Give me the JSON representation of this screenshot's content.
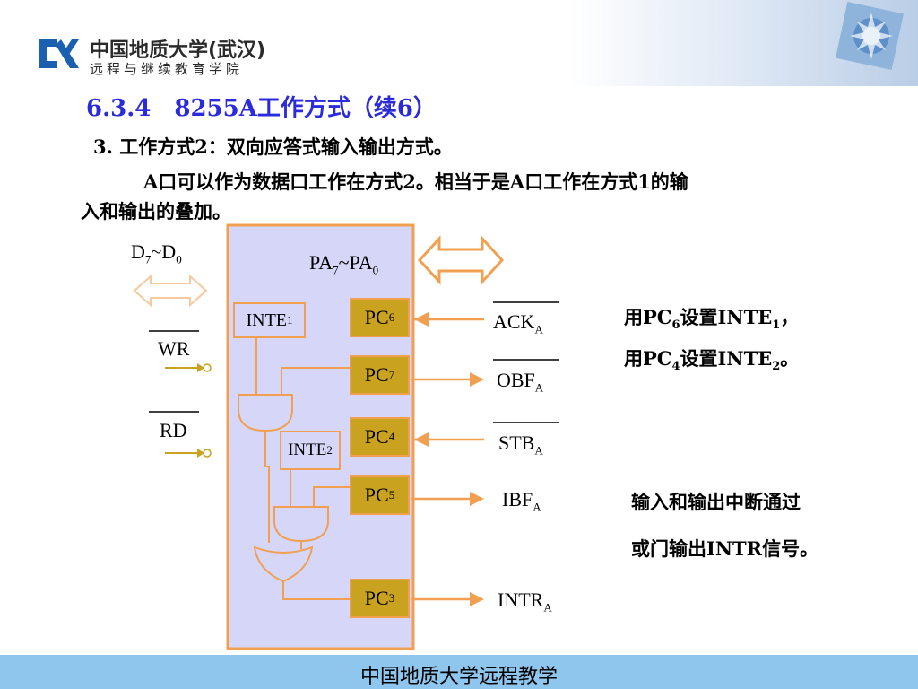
{
  "header": {
    "school_name": "中国地质大学(武汉)",
    "school_sub": "远程与继续教育学院"
  },
  "section_title": "6.3.4　8255A工作方式（续6）",
  "content": {
    "line1": "3. 工作方式2：双向应答式输入输出方式。",
    "line2": "A口可以作为数据口工作在方式2。相当于是A口工作在方式1的输",
    "line3": "入和输出的叠加。"
  },
  "diagram": {
    "d_bus": "D",
    "d_sub_hi": "7",
    "d_sep": "~D",
    "d_sub_lo": "0",
    "pa_main": "PA",
    "pa_sub_hi": "7",
    "pa_sep": "~PA",
    "pa_sub_lo": "0",
    "wr": "WR",
    "rd": "RD",
    "inte1_main": "INTE",
    "inte1_sub": "1",
    "inte2_main": "INTE",
    "inte2_sub": "2",
    "pc6_main": "PC",
    "pc6_sub": "6",
    "pc7_main": "PC",
    "pc7_sub": "7",
    "pc4_main": "PC",
    "pc4_sub": "4",
    "pc5_main": "PC",
    "pc5_sub": "5",
    "pc3_main": "PC",
    "pc3_sub": "3",
    "ack_main": "ACK",
    "ack_sub": "A",
    "obf_main": "OBF",
    "obf_sub": "A",
    "stb_main": "STB",
    "stb_sub": "A",
    "ibf_main": "IBF",
    "ibf_sub": "A",
    "intr_main": "INTR",
    "intr_sub": "A"
  },
  "notes": {
    "n1_a": "用PC",
    "n1_sub": "6",
    "n1_b": "设置INTE",
    "n1_sub2": "1",
    "n1_c": "，",
    "n2_a": "用PC",
    "n2_sub": "4",
    "n2_b": "设置INTE",
    "n2_sub2": "2",
    "n2_c": "。",
    "n3": "输入和输出中断通过",
    "n4": "或门输出INTR信号。"
  },
  "footer": {
    "text": "中国地质大学远程教学"
  },
  "colors": {
    "title_blue": "#2b2bdc",
    "chip_gold": "#c9a21f",
    "wire_orange": "#f0a050",
    "chip_bg": "#d6d6f8",
    "footer_blue": "#8ec6ee"
  }
}
